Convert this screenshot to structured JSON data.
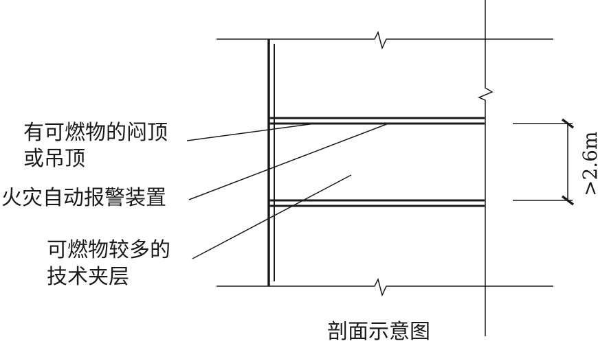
{
  "labels": {
    "ceiling_line1": "有可燃物的闷顶",
    "ceiling_line2": "或吊顶",
    "alarm": "火灾自动报警装置",
    "interlayer_line1": "可燃物较多的",
    "interlayer_line2": "技术夹层",
    "dimension": ">2.6m",
    "caption": "剖面示意图"
  },
  "colors": {
    "stroke": "#1a1a1a",
    "background": "#ffffff"
  }
}
